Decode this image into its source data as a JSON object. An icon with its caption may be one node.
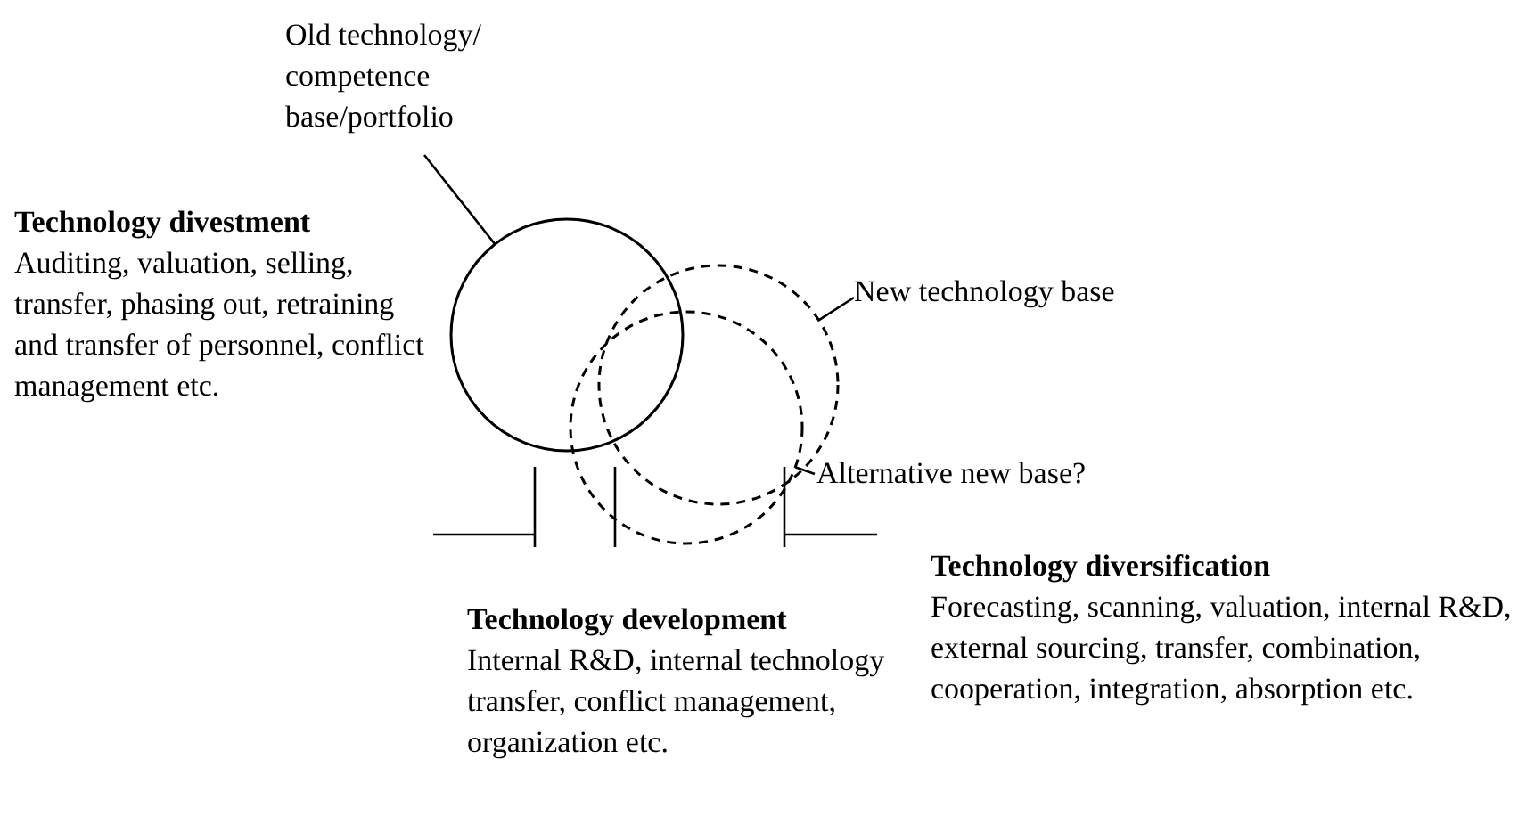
{
  "diagram": {
    "nodes": [
      {
        "text": [],
        "shape": "circle"
      },
      {
        "text": [],
        "shape": "circle"
      },
      {
        "text": [],
        "shape": "circle"
      },
      {
        "text": [
          "Old technology/ competence base/portfolio"
        ]
      },
      {
        "text": [
          "New technology base"
        ]
      },
      {
        "text": [
          "Alternative new base?"
        ]
      },
      {
        "text": [
          "Technology divestment",
          "Auditing, valuation, selling, transfer, phasing out, retraining and transfer of personnel, conflict management etc."
        ]
      },
      {
        "text": [
          "Technology development",
          "Internal R&D, internal technology transfer, conflict management, organization etc."
        ]
      },
      {
        "text": [
          "Technology diversification",
          "Forecasting, scanning, valuation, internal R&D, external sourcing, transfer, combination, cooperation, integration, absorption etc."
        ]
      }
    ],
    "edges": [
      {
        "from": 3,
        "to": 0,
        "arrow": "none"
      },
      {
        "from": 4,
        "to": 1,
        "arrow": "none"
      },
      {
        "from": 5,
        "to": 2,
        "arrow": "none"
      }
    ]
  }
}
